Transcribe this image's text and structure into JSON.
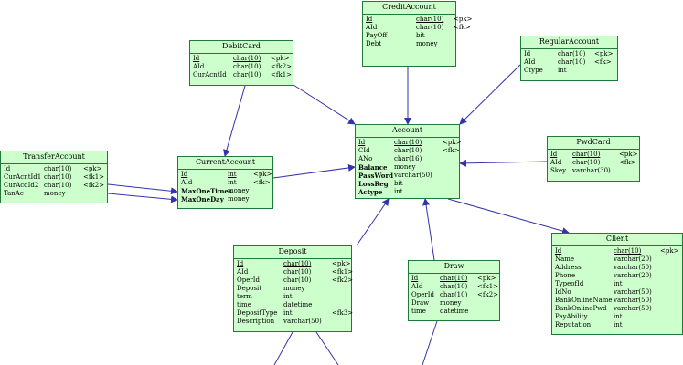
{
  "colors": {
    "line": "#3333aa",
    "fill": "#ccffcc",
    "border": "#1f7a3a"
  },
  "entities": [
    {
      "key": "credit-account",
      "title": "CreditAccount",
      "cols": [
        58,
        99
      ],
      "attrs": [
        {
          "name": "Id",
          "type": "char(10)",
          "key": "<pk>",
          "pk": true
        },
        {
          "name": "AId",
          "type": "char(10)",
          "key": "<fk>"
        },
        {
          "name": "PayOff",
          "type": "bit",
          "key": ""
        },
        {
          "name": "Debt",
          "type": "money",
          "key": ""
        }
      ]
    },
    {
      "key": "debit-card",
      "title": "DebitCard",
      "cols": [
        47,
        88
      ],
      "attrs": [
        {
          "name": "Id",
          "type": "char(10)",
          "key": "<pk>",
          "pk": true
        },
        {
          "name": "AId",
          "type": "char(10)",
          "key": "<fk2>"
        },
        {
          "name": "CurAcntId",
          "type": "char(10)",
          "key": "<fk1>"
        }
      ]
    },
    {
      "key": "regular-account",
      "title": "RegularAccount",
      "cols": [
        40,
        80
      ],
      "attrs": [
        {
          "name": "Id",
          "type": "char(10)",
          "key": "<pk>",
          "pk": true
        },
        {
          "name": "AId",
          "type": "char(10)",
          "key": "<fk>"
        },
        {
          "name": "Ctype",
          "type": "int",
          "key": ""
        }
      ]
    },
    {
      "key": "transfer-account",
      "title": "TransferAccount",
      "cols": [
        47,
        90
      ],
      "attrs": [
        {
          "name": "Id",
          "type": "char(10)",
          "key": "<pk>",
          "pk": true
        },
        {
          "name": "CurAcntId1",
          "type": "char(10)",
          "key": "<fk1>"
        },
        {
          "name": "CurAcdId2",
          "type": "char(10)",
          "key": "<fk2>"
        },
        {
          "name": "TanAc",
          "type": "money",
          "key": ""
        }
      ]
    },
    {
      "key": "current-account",
      "title": "CurrentAccount",
      "cols": [
        54,
        82
      ],
      "attrs": [
        {
          "name": "Id",
          "type": "int",
          "key": "<pk>",
          "pk": true
        },
        {
          "name": "AId",
          "type": "int",
          "key": "<fk>"
        },
        {
          "name": "MaxOneTimes",
          "type": "money",
          "key": "",
          "bold": true
        },
        {
          "name": "MaxOneDay",
          "type": "money",
          "key": "",
          "bold": true
        }
      ]
    },
    {
      "key": "account",
      "title": "Account",
      "cols": [
        42,
        95
      ],
      "attrs": [
        {
          "name": "Id",
          "type": "char(10)",
          "key": "<pk>",
          "pk": true
        },
        {
          "name": "CId",
          "type": "char(10)",
          "key": "<fk>"
        },
        {
          "name": "ANo",
          "type": "char(16)",
          "key": ""
        },
        {
          "name": "Balance",
          "type": "money",
          "key": "",
          "bold": true
        },
        {
          "name": "PassWord",
          "type": "varchar(50)",
          "key": "",
          "bold": true
        },
        {
          "name": "LossReg",
          "type": "bit",
          "key": "",
          "bold": true
        },
        {
          "name": "Actype",
          "type": "int",
          "key": "",
          "bold": true
        }
      ]
    },
    {
      "key": "pwd-card",
      "title": "PwdCard",
      "cols": [
        27,
        78
      ],
      "attrs": [
        {
          "name": "Id",
          "type": "char(10)",
          "key": "<pk>",
          "pk": true
        },
        {
          "name": "AId",
          "type": "char(10)",
          "key": "<fk>"
        },
        {
          "name": "Skey",
          "type": "varchar(30)",
          "key": ""
        }
      ]
    },
    {
      "key": "deposit",
      "title": "Deposit",
      "cols": [
        54,
        107
      ],
      "attrs": [
        {
          "name": "Id",
          "type": "char(10)",
          "key": "<pk>",
          "pk": true
        },
        {
          "name": "AId",
          "type": "char(10)",
          "key": "<fk1>"
        },
        {
          "name": "OperId",
          "type": "char(10)",
          "key": "<fk2>"
        },
        {
          "name": "Deposit",
          "type": "money",
          "key": ""
        },
        {
          "name": "term",
          "type": "int",
          "key": ""
        },
        {
          "name": "time",
          "type": "datetime",
          "key": ""
        },
        {
          "name": "DepositType",
          "type": "int",
          "key": "<fk3>"
        },
        {
          "name": "Description",
          "type": "varchar(50)",
          "key": ""
        }
      ]
    },
    {
      "key": "draw",
      "title": "Draw",
      "cols": [
        34,
        75
      ],
      "attrs": [
        {
          "name": "Id",
          "type": "char(10)",
          "key": "<pk>",
          "pk": true
        },
        {
          "name": "AId",
          "type": "char(10)",
          "key": "<fk1>"
        },
        {
          "name": "OperId",
          "type": "char(10)",
          "key": "<fk2>"
        },
        {
          "name": "Draw",
          "type": "money",
          "key": ""
        },
        {
          "name": "time",
          "type": "datetime",
          "key": ""
        }
      ]
    },
    {
      "key": "client",
      "title": "Client",
      "cols": [
        67,
        118
      ],
      "attrs": [
        {
          "name": "Id",
          "type": "char(10)",
          "key": "<pk>",
          "pk": true
        },
        {
          "name": "Name",
          "type": "varchar(20)",
          "key": ""
        },
        {
          "name": "Address",
          "type": "varchar(50)",
          "key": ""
        },
        {
          "name": "Phone",
          "type": "varchar(20)",
          "key": ""
        },
        {
          "name": "TypeofId",
          "type": "int",
          "key": ""
        },
        {
          "name": "IdNo",
          "type": "varchar(50)",
          "key": ""
        },
        {
          "name": "BankOnlineName",
          "type": "varchar(50)",
          "key": ""
        },
        {
          "name": "BankOnlinePwd",
          "type": "varchar(50)",
          "key": ""
        },
        {
          "name": "PayAbility",
          "type": "int",
          "key": ""
        },
        {
          "name": "Reputation",
          "type": "int",
          "key": ""
        }
      ]
    }
  ],
  "relationships": [
    {
      "key": "credit-to-account",
      "from": "credit-account",
      "to": "account"
    },
    {
      "key": "debit-to-account",
      "from": "debit-card",
      "to": "account"
    },
    {
      "key": "debit-to-current",
      "from": "debit-card",
      "to": "current-account"
    },
    {
      "key": "regular-to-account",
      "from": "regular-account",
      "to": "account"
    },
    {
      "key": "transfer-to-current-1",
      "from": "transfer-account",
      "to": "current-account"
    },
    {
      "key": "transfer-to-current-2",
      "from": "transfer-account",
      "to": "current-account"
    },
    {
      "key": "current-to-account",
      "from": "current-account",
      "to": "account"
    },
    {
      "key": "pwd-to-account",
      "from": "pwd-card",
      "to": "account"
    },
    {
      "key": "account-to-client",
      "from": "account",
      "to": "client"
    },
    {
      "key": "deposit-to-account",
      "from": "deposit",
      "to": "account"
    },
    {
      "key": "draw-to-account",
      "from": "draw",
      "to": "account"
    },
    {
      "key": "deposit-out-1",
      "from": "deposit",
      "to": ""
    },
    {
      "key": "deposit-out-2",
      "from": "deposit",
      "to": ""
    },
    {
      "key": "draw-out",
      "from": "draw",
      "to": ""
    }
  ]
}
